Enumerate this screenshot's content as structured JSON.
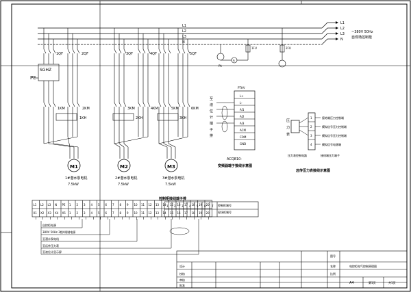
{
  "bus": {
    "l1": "L1",
    "l2": "L2",
    "l3": "L3",
    "n": "N"
  },
  "supply": {
    "labels": [
      "L1",
      "L2",
      "L3",
      "N"
    ],
    "note_line1": "~380V 50Hz",
    "note_line2": "自现场控制柜"
  },
  "breakers": [
    "1QF",
    "2QF",
    "3QF",
    "4QF",
    "5QF"
  ],
  "softstarter": {
    "name": "SGHZ",
    "pe": "PE"
  },
  "lamp": {
    "code": "PA",
    "fuse_a": "1FU",
    "fuse_b": "2FU",
    "meter": "A"
  },
  "contactors": [
    "1KM",
    "2KM",
    "3KM",
    "4KM",
    "5KM",
    "6KM"
  ],
  "coils": [
    "1KH",
    "2KH",
    "3KH"
  ],
  "motors": [
    {
      "symbol": "M1",
      "desc": "1#潜水泵电机",
      "power": "7.5kW"
    },
    {
      "symbol": "M2",
      "desc": "2#潜水泵电机",
      "power": "7.5kW"
    },
    {
      "symbol": "M3",
      "desc": "3#潜水泵电机",
      "power": "7.5kW"
    }
  ],
  "level_panel": {
    "header": "PTHV",
    "side_label": [
      "至",
      "液",
      "位",
      "计",
      "端",
      "子",
      "排"
    ],
    "terminals": [
      "L+",
      "L-",
      "AI1",
      "AI2",
      "AI3",
      "ACM",
      "COM",
      "GND"
    ],
    "caption_line1": "ACQ810-",
    "caption_line2": "变频器端子接线示意图"
  },
  "pressure_panel": {
    "side_label": [
      "压",
      "力",
      "表"
    ],
    "terminals": [
      "1",
      "2",
      "3",
      "4"
    ],
    "rows": [
      "接地端压力控制端",
      "模拟信号压力控制端",
      "模拟信号压力控制端",
      "模拟信号电源端"
    ],
    "sub_left": "压力表控制电路",
    "sub_right": "接线端压力端子",
    "caption": "远传压力表接线示意图"
  },
  "terminal_strip": {
    "title": "控制柜接线端子排",
    "top_row": [
      "L1",
      "L2",
      "L3",
      "N",
      "PE",
      "1",
      "2",
      "3",
      "4",
      "5",
      "6",
      "7",
      "8",
      "9",
      "10",
      "11",
      "12",
      "13",
      "14",
      "15",
      "16",
      "17",
      "18",
      "19",
      "20"
    ],
    "bottom_row": [
      "X1",
      "X2",
      "X3",
      "X4",
      "X5",
      "1",
      "2",
      "3",
      "4",
      "5",
      "6",
      "7",
      "8",
      "9",
      "10",
      "11",
      "12",
      "13",
      "14",
      "15",
      "16",
      "17",
      "18",
      "19",
      "20"
    ],
    "right_cells_top": [
      "1",
      "2",
      "3",
      "4",
      "5",
      "6",
      "7"
    ],
    "right_cells_bottom": [
      "",
      "",
      "",
      "",
      "",
      "",
      ""
    ],
    "right_label_top": "控制柜端号",
    "right_label_bottom": "现场柜端号",
    "notes": [
      "自控柜电源",
      "380V 50Hz 3相4线制电源",
      "至潜水泵电机",
      "至远传压力表",
      "至液位计显示屏"
    ]
  },
  "title_block": {
    "left_labels": [
      "设计",
      "校核",
      "审核",
      "批准"
    ],
    "mid_cells": [
      "",
      "",
      "",
      ""
    ],
    "right_row1_label": "图号",
    "right_row2_label": "名称",
    "right_row2_value": "电控柜电气控制原理图",
    "right_row3_label": "比例",
    "sheet_size": "A4",
    "sheet_label": "第1页",
    "sheet_count": "共1页"
  }
}
